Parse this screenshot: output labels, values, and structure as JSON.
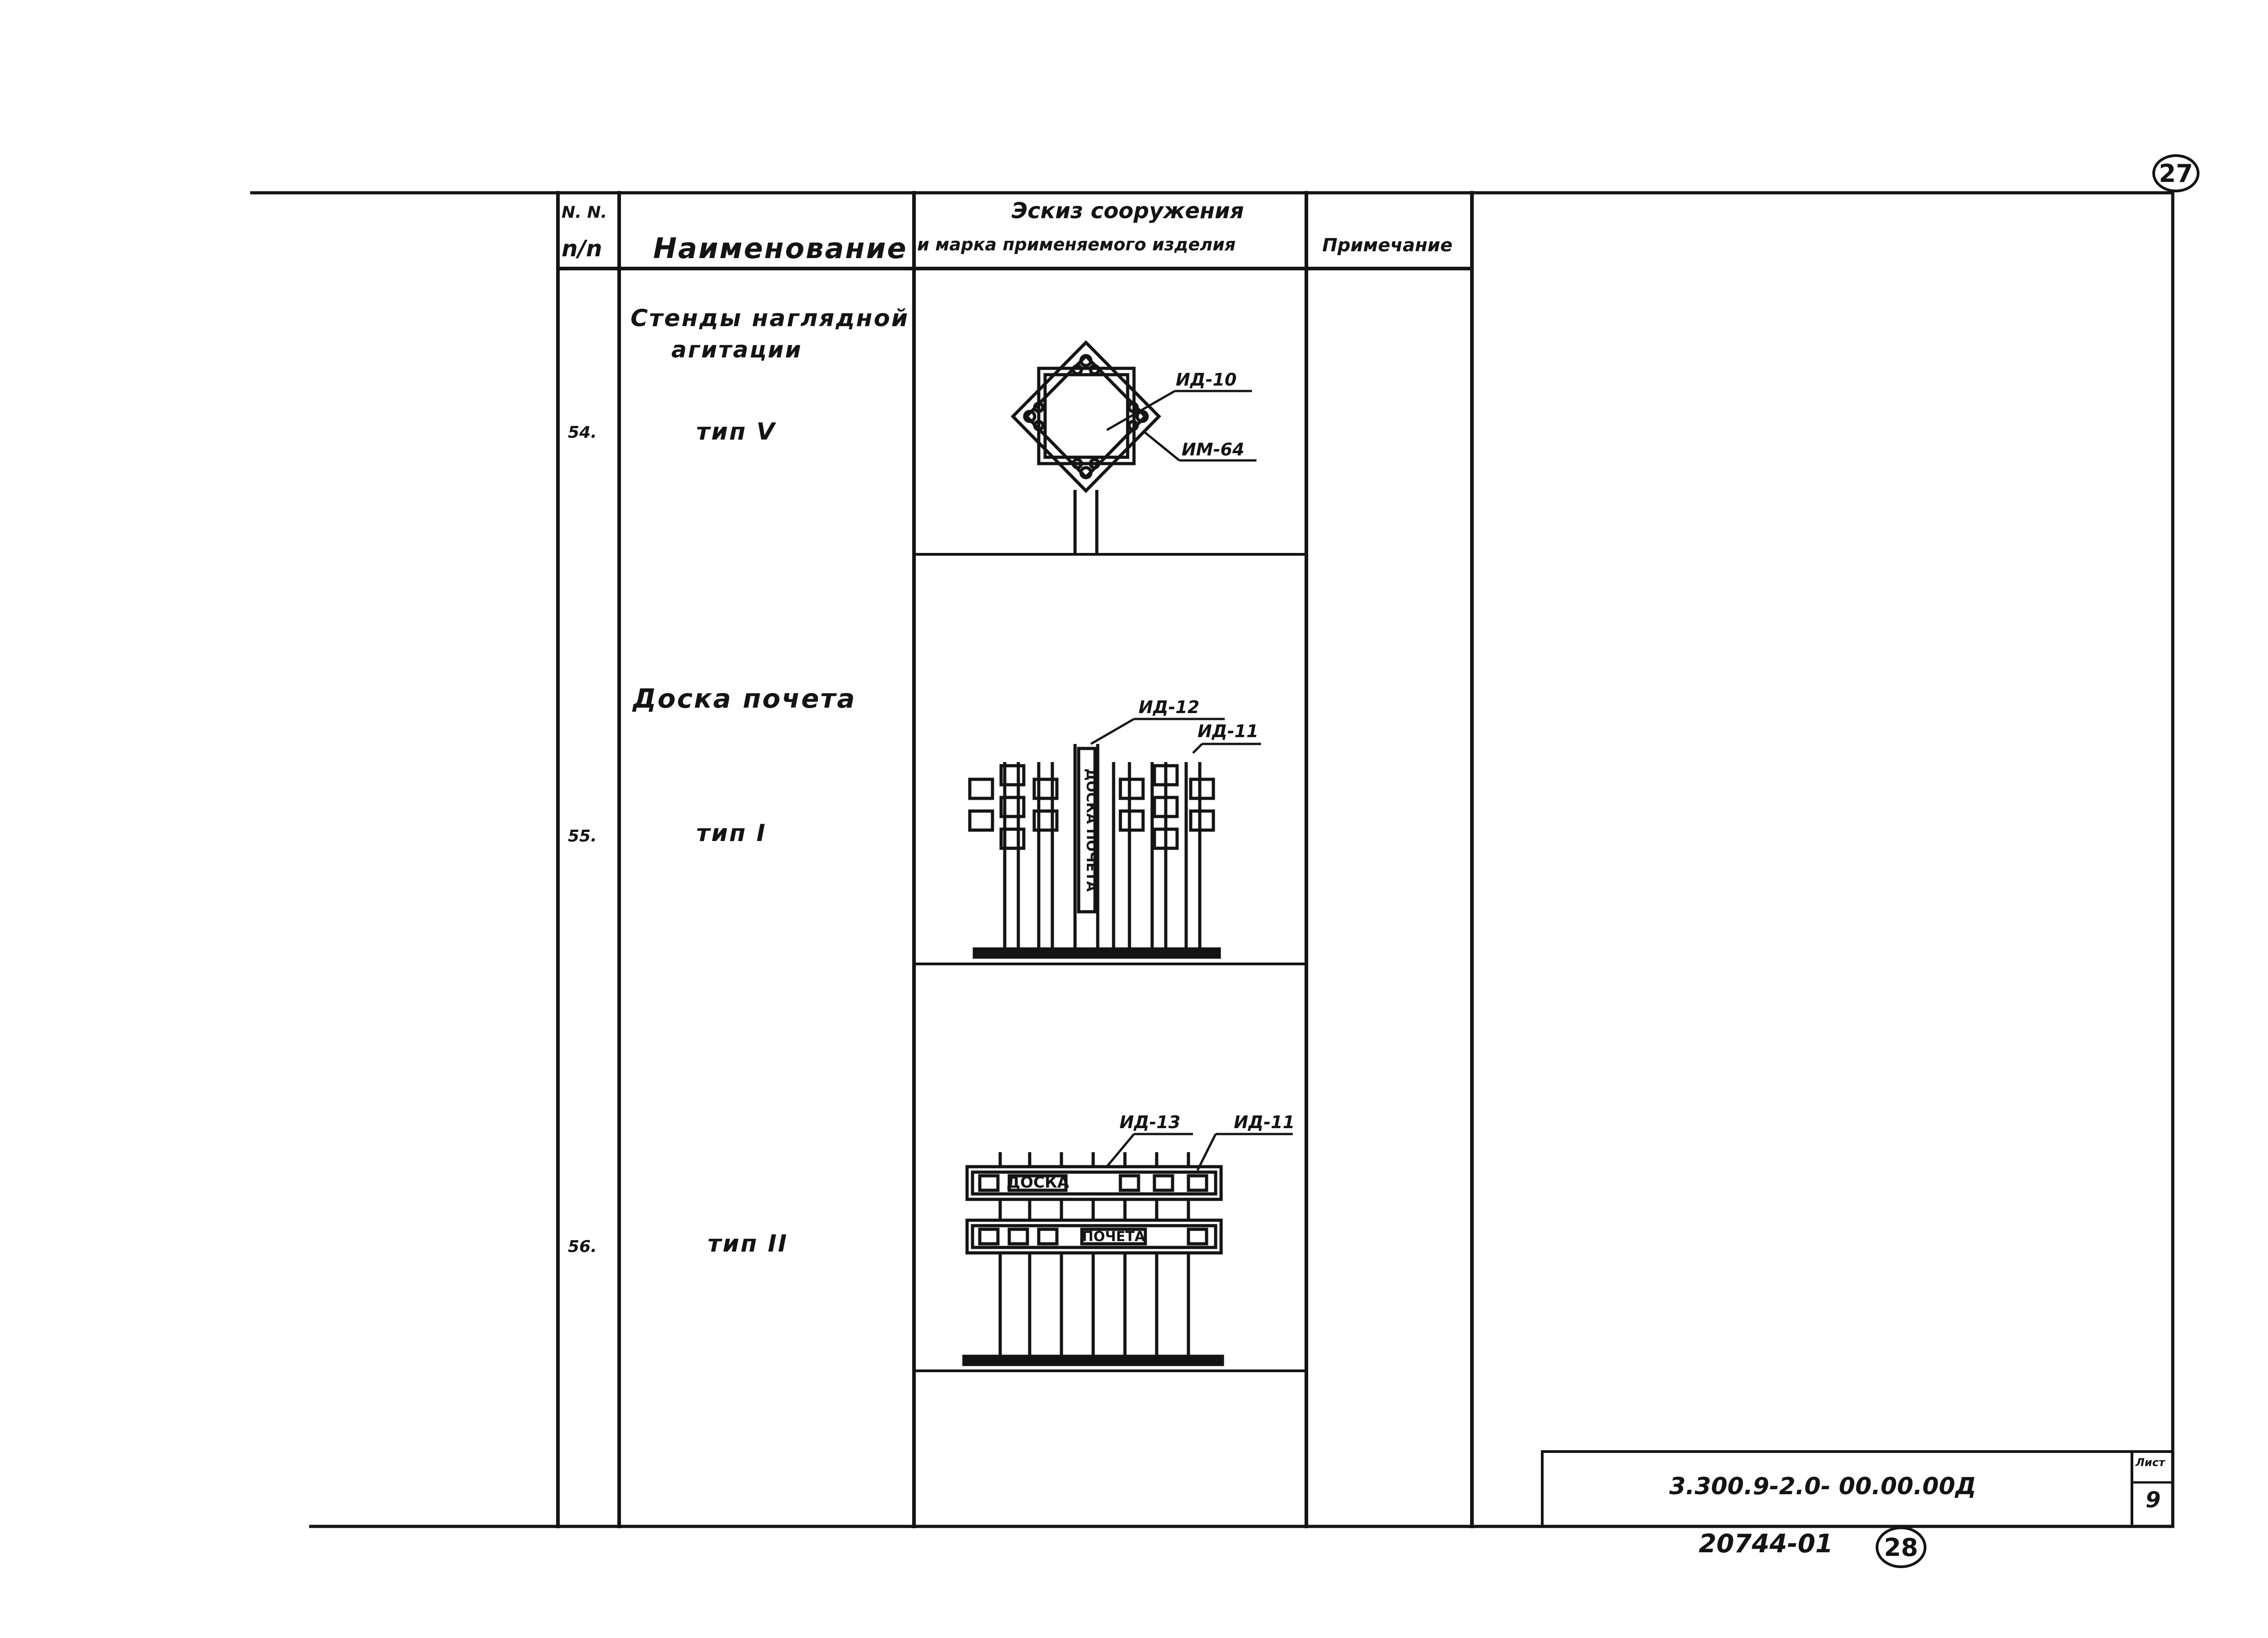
{
  "sheet": {
    "page_number_top": "27",
    "page_number_bottom": "28",
    "stamp_code": "20744-01"
  },
  "table": {
    "header": {
      "num_line1": "N. N.",
      "num_line2": "n/n",
      "name": "Наименование",
      "sketch_line1": "Эскиз сооружения",
      "sketch_line2": "и марка применяемого изделия",
      "note": "Примечание"
    },
    "group_title_line1": "Стенды наглядной",
    "group_title_line2": "агитации",
    "rows": [
      {
        "num": "54.",
        "title": "",
        "type": "тип V",
        "labels": [
          "ИД-10",
          "ИМ-64"
        ]
      },
      {
        "num": "55.",
        "title": "Доска почета",
        "type": "тип I",
        "labels": [
          "ИД-12",
          "ИД-11"
        ],
        "plate_text": "ДОСКА ПОЧЕТА"
      },
      {
        "num": "56.",
        "title": "",
        "type": "тип II",
        "labels": [
          "ИД-13",
          "ИД-11"
        ],
        "plate_text_top": "ДОСКА",
        "plate_text_bottom": "ПОЧЕТА"
      }
    ]
  },
  "title_block": {
    "designation": "3.300.9-2.0-   00.00.00Д",
    "sheet_label": "Лист",
    "sheet_number": "9"
  }
}
